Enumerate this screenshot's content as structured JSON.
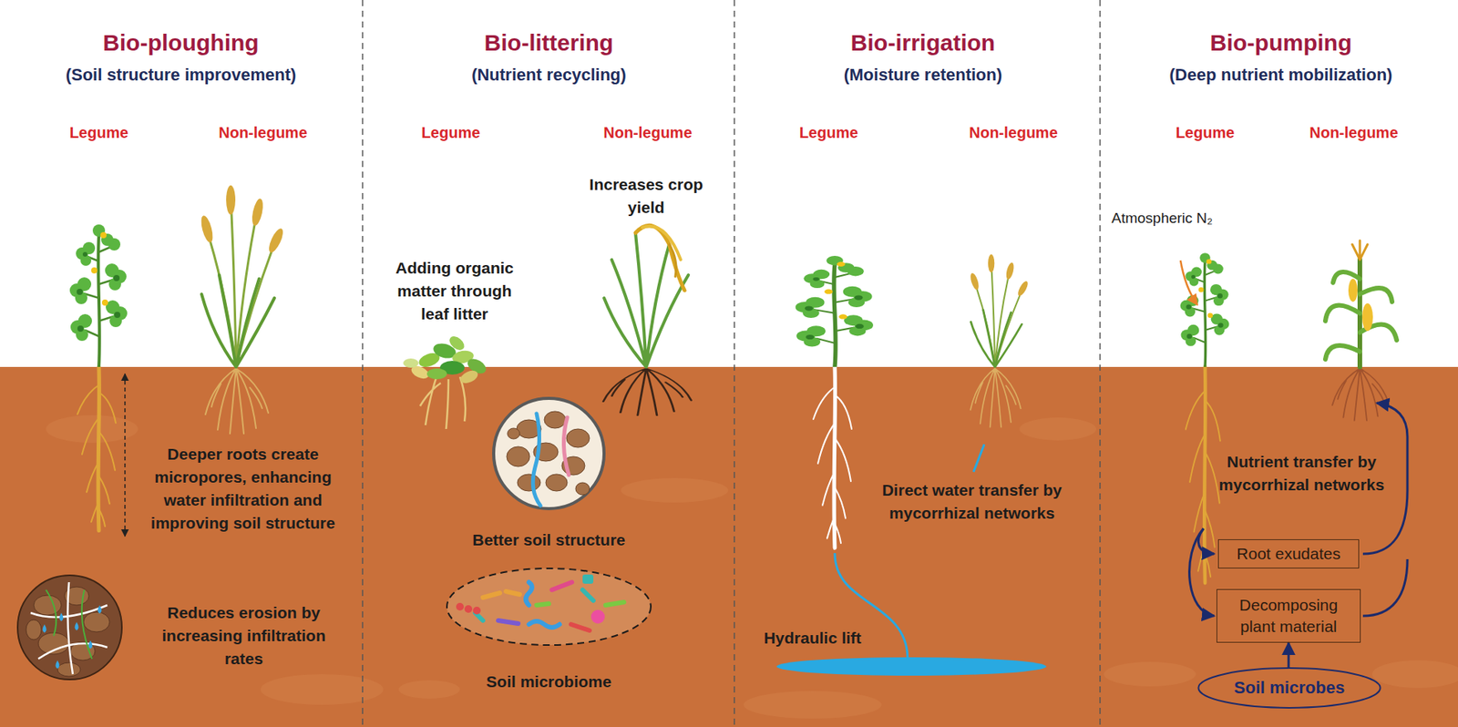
{
  "diagram": {
    "nodes": [
      {
        "text": [
          "Root exudates"
        ]
      },
      {
        "text": [
          "Decomposing plant material"
        ]
      },
      {
        "text": [
          "Soil microbes"
        ]
      }
    ],
    "edges": [
      {
        "from": 2,
        "to": 1,
        "arrow": "to"
      }
    ],
    "labels": [
      "Bio-ploughing",
      "(Soil structure improvement)",
      "Legume",
      "Non-legume",
      "Deeper roots create micropores, enhancing water infiltration and improving soil structure",
      "Reduces erosion by increasing infiltration rates",
      "Bio-littering",
      "(Nutrient recycling)",
      "Legume",
      "Non-legume",
      "Increases crop yield",
      "Adding organic matter through leaf litter",
      "Better soil structure",
      "Soil microbiome",
      "Bio-irrigation",
      "(Moisture retention)",
      "Legume",
      "Non-legume",
      "Direct water transfer by mycorrhizal networks",
      "Hydraulic lift",
      "Bio-pumping",
      "(Deep nutrient mobilization)",
      "Legume",
      "Non-legume",
      "Atmospheric N₂",
      "Nutrient transfer by mycorrhizal networks"
    ]
  }
}
